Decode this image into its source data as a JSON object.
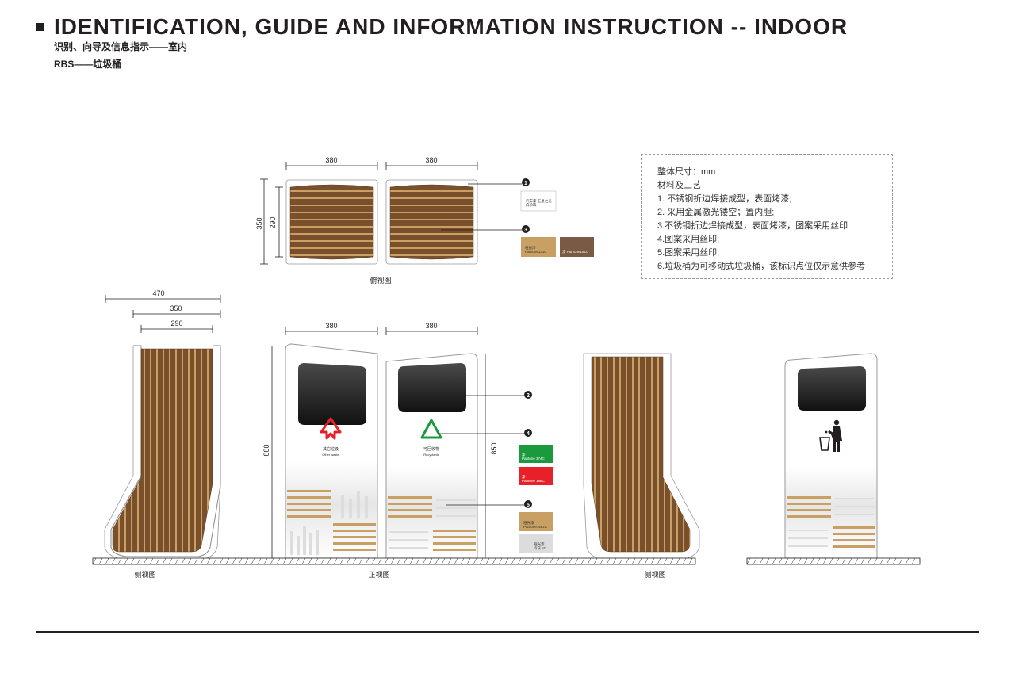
{
  "header": {
    "title": "IDENTIFICATION, GUIDE AND INFORMATION INSTRUCTION -- INDOOR",
    "subtitle": "识别、向导及信息指示——室内",
    "code": "RBS——垃圾桶"
  },
  "notes": {
    "lines": [
      "整体尺寸：mm",
      "材料及工艺",
      "1. 不锈钢折边焊接成型，表面烤漆;",
      "2. 采用金属激光镂空；置内胆;",
      "3.不锈钢折边焊接成型，表面烤漆，图案采用丝印",
      "4.图案采用丝印;",
      "5.图案采用丝印;",
      "6.垃圾桶为可移动式垃圾桶，该标识点位仅示意供参考"
    ]
  },
  "top_view": {
    "caption": "俯视图",
    "dim_width_left": "380",
    "dim_width_right": "380",
    "dim_depth_outer": "350",
    "dim_depth_inner": "290",
    "callout_1": "1",
    "callout_3": "3",
    "swatch_white": [
      "汽车漆 五星之光",
      "白珍珠"
    ],
    "swatch_wood_light": [
      "哑光漆",
      "Pantone131C"
    ],
    "swatch_wood_dark": [
      "漆 Pantone161C"
    ]
  },
  "side_view_left": {
    "caption": "侧视图",
    "dim_470": "470",
    "dim_350": "350",
    "dim_290": "290"
  },
  "front_view": {
    "caption": "正视图",
    "dim_width_left": "380",
    "dim_width_right": "380",
    "dim_height_left": "880",
    "dim_height_right": "850",
    "bin_left_label_cn": "其它垃圾",
    "bin_left_label_en": "Other waste",
    "bin_right_label_cn": "可回收物",
    "bin_right_label_en": "Recyclable",
    "callout_2": "2",
    "callout_4": "4",
    "callout_5": "5",
    "swatch_green": [
      "漆",
      "Pantone 374C"
    ],
    "swatch_red": [
      "漆",
      "Pantone 186C"
    ],
    "swatch_gold": [
      "哑光漆",
      "Pantone7562C"
    ],
    "swatch_grey": [
      "哑光漆",
      "冷灰 5C"
    ]
  },
  "side_view_right": {
    "caption": "侧视图"
  },
  "colors": {
    "wood_dark": "#7a4f2c",
    "wood_light": "#c9a063",
    "green": "#1a9a3c",
    "red": "#e6212a",
    "ink": "#231f20"
  }
}
